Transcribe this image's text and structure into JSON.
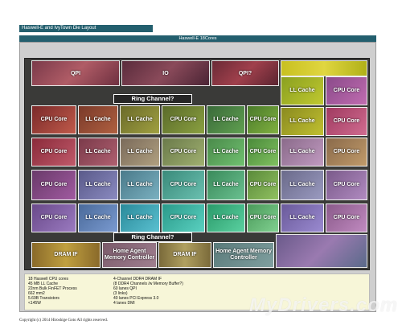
{
  "header": {
    "banner": "Haswell-E and IvyTown Die Layout",
    "title": "Haswell-E 18Cores"
  },
  "top_blocks": [
    {
      "label": "QPI"
    },
    {
      "label": "IO"
    },
    {
      "label": "QPI?"
    }
  ],
  "rings": {
    "top": "Ring Channel?",
    "bottom": "Ring Channel?"
  },
  "tiles": {
    "cpu_core": "CPU Core",
    "ll_cache": "LL Cache"
  },
  "uncore": [
    {
      "label": "DRAM IF"
    },
    {
      "label": "Home Agent Memory Controller"
    },
    {
      "label": "DRAM IF"
    },
    {
      "label": "Home Agent Memory Controller"
    }
  ],
  "specs": {
    "left": [
      "18 Haswell CPU cores",
      "45 MB LL Cache",
      "22nm Bulk FinFET Process",
      "662 mm2",
      "5.69B Transistors",
      "<145W"
    ],
    "right": [
      "4-Channel DDR4 DRAM IF",
      "(8 DDR4 Channels /w Memory Buffer?)",
      "60 lanes QPI",
      "(3 links)",
      "40 lanes PCI Express 3.0",
      "4 lanes DMI"
    ]
  },
  "footer": {
    "copyright": "Copyright (c) 2014 Hiroshige Goto All rights reserved.",
    "watermark": "MyDrivers.com"
  },
  "colors": {
    "header_bar": "#235f6e",
    "specs_bg": "#f7f6d8"
  }
}
